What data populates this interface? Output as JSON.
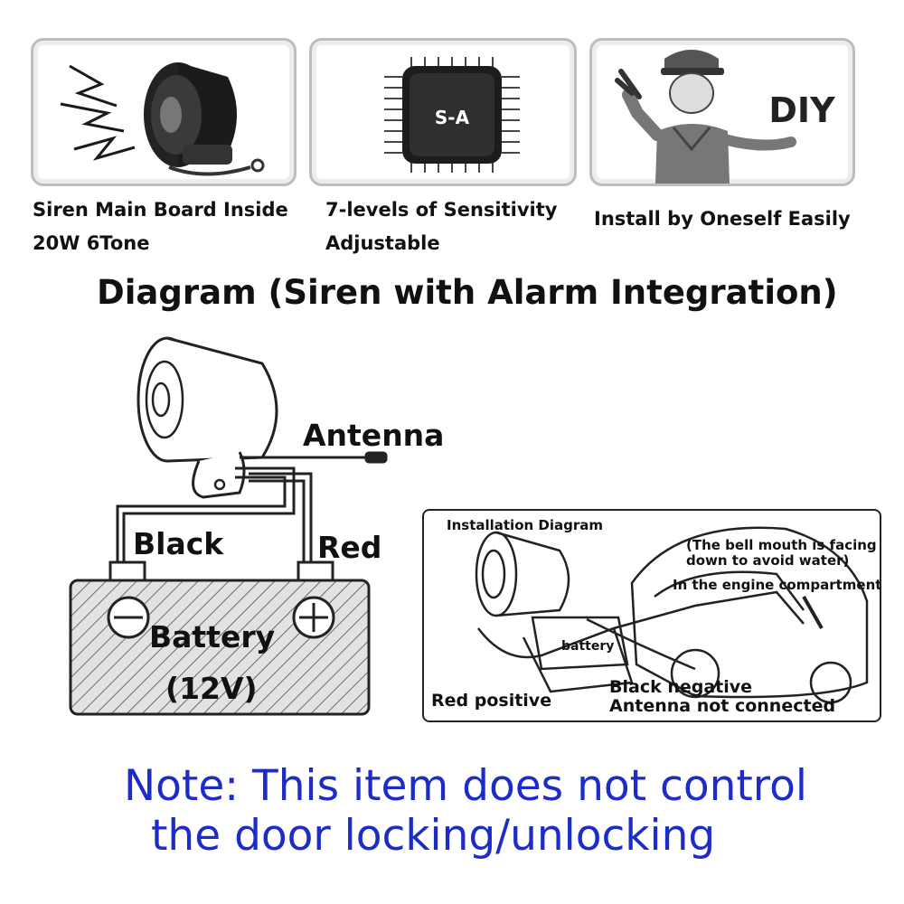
{
  "features": [
    {
      "caption_lines": [
        "Siren Main Board Inside",
        "20W 6Tone"
      ],
      "icon": "siren-horn-icon"
    },
    {
      "caption_lines": [
        "7-levels of Sensitivity",
        "Adjustable"
      ],
      "icon": "chip-icon",
      "chip_label": "S-A"
    },
    {
      "caption_lines": [
        "Install by Oneself Easily"
      ],
      "icon": "mechanic-icon",
      "badge": "DIY"
    }
  ],
  "diagram": {
    "title": "Diagram (Siren with Alarm Integration)",
    "labels": {
      "antenna": "Antenna",
      "black": "Black",
      "red": "Red",
      "battery": "Battery",
      "voltage": "(12V)"
    }
  },
  "installation": {
    "title": "Installation Diagram",
    "note_line1": "(The bell mouth is facing",
    "note_line2": "down to avoid water)",
    "engine_note": "In the engine compartment",
    "battery_label": "battery",
    "red_label": "Red positive",
    "black_label": "Black negative",
    "antenna_label": "Antenna not connected"
  },
  "note": {
    "line1": "Note: This item does not control",
    "line2": "the door locking/unlocking",
    "color": "#1d2bc9"
  }
}
